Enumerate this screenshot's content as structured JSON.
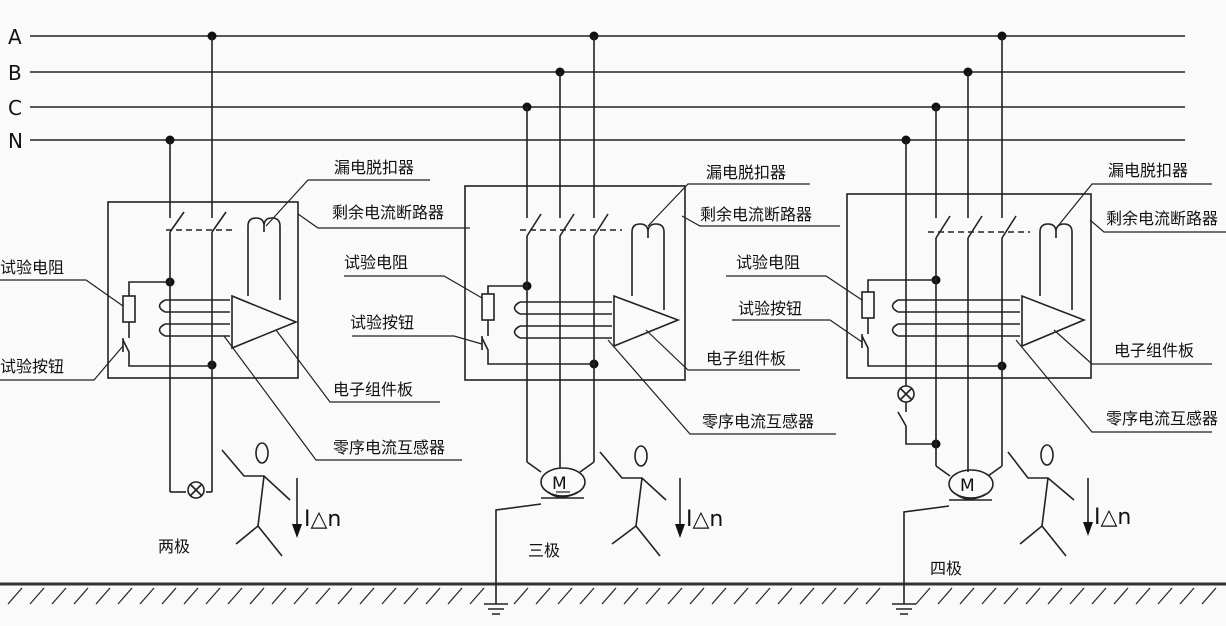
{
  "bus_labels": [
    "A",
    "B",
    "C",
    "N"
  ],
  "circuits": [
    {
      "caption": "两极",
      "labels": {
        "leakage_release": "漏电脱扣器",
        "rcd_breaker": "剩余电流断路器",
        "test_resistor": "试验电阻",
        "test_button": "试验按钮",
        "electronic_board": "电子组件板",
        "zero_sequence_ct": "零序电流互感器"
      },
      "current_label": "I△n"
    },
    {
      "caption": "三极",
      "motor": "M",
      "labels": {
        "leakage_release": "漏电脱扣器",
        "rcd_breaker": "剩余电流断路器",
        "test_resistor": "试验电阻",
        "test_button": "试验按钮",
        "electronic_board": "电子组件板",
        "zero_sequence_ct": "零序电流互感器"
      },
      "current_label": "I△n"
    },
    {
      "caption": "四极",
      "motor": "M",
      "labels": {
        "leakage_release": "漏电脱扣器",
        "rcd_breaker": "剩余电流断路器",
        "test_resistor": "试验电阻",
        "test_button": "试验按钮",
        "electronic_board": "电子组件板",
        "zero_sequence_ct": "零序电流互感器"
      },
      "current_label": "I△n"
    }
  ]
}
